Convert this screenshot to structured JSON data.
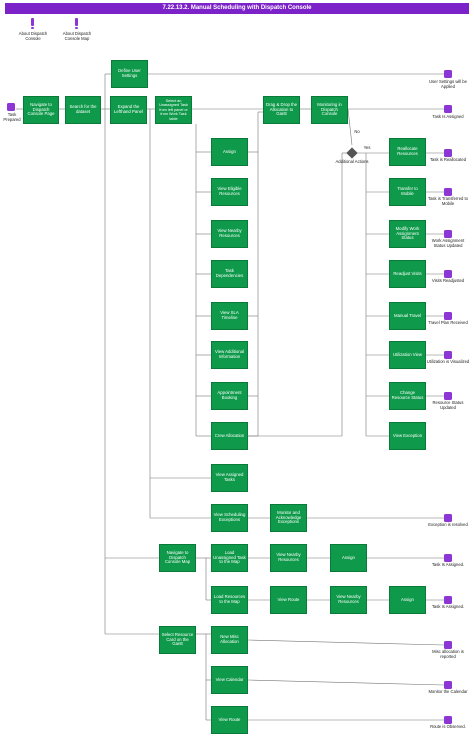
{
  "title": "7.22.13.2. Manual Scheduling with Dispatch Console",
  "legend": [
    {
      "label": "About Dispatch Console"
    },
    {
      "label": "About Dispatch Console Map"
    }
  ],
  "start": {
    "label": "Task Prepared"
  },
  "nodes": {
    "navigate": "Navigate to Dispatch Console Page",
    "search": "Search for the dataset",
    "define_user": "Define User Settings",
    "expand": "Expand the Lefthand Panel",
    "select_task": "Select an Unassigned Task from left panel or from Work Task table",
    "drag_drop": "Drag & Drop the Allocation to Gantt",
    "monitoring": "Monitoring in Dispatch Console",
    "assign": "Assign",
    "view_eligible": "View Eligible Resources",
    "view_nearby": "View Nearby Resources",
    "task_dep": "Task Dependencies",
    "view_sla": "View SLA Timeline",
    "view_additional": "View Additional Information",
    "appointment": "Appointment Booking",
    "crew": "Crew Allocation",
    "view_assigned": "View Assigned Tasks",
    "view_sched_exc": "View Scheduling Exceptions",
    "monitor_ack": "Monitor and Acknowledge Exceptions",
    "reallocate": "Reallocate Resources",
    "transfer_mobile": "Transfer to Mobile",
    "modify_status": "Modify Work Assignment Status",
    "readjust": "Readjust Visits",
    "manual_travel": "Manual Travel",
    "util_view": "Utilization View",
    "change_status": "Change Resource Status",
    "view_exception": "View Exception",
    "nav_map": "Navigate to Dispatch Console Map",
    "load_unassigned": "Load Unassigned Task to the Map",
    "load_resources": "Load Resources to the Map",
    "map_nearby": "View Nearby Resources",
    "map_assign1": "Assign",
    "view_route_map": "View Route",
    "map_nearby2": "View Nearby Resources",
    "map_assign2": "Assign",
    "select_card": "Select Resource Card on the Gantt",
    "new_misc": "New Misc Allocation",
    "view_calendar": "View Calendar",
    "view_route": "View Route"
  },
  "gateway": {
    "label": "Additional Actions",
    "no": "No",
    "yes": "Yes"
  },
  "end_events": {
    "user_settings": "User Settings will be Applied",
    "task_assigned": "Task Is Assigned",
    "realloc": "Task is Reallocated",
    "transferred": "Task is Transferred to Mobile",
    "status_updated": "Work Assignment Status Updated",
    "visits": "Visits Readjusted",
    "travel": "Travel Plan Received",
    "util": "Utilization is Visualized",
    "res_status": "Resource Status Updated",
    "exc_resolved": "Exception is resolved",
    "map_assigned1": "Task Is Assigned.",
    "map_assigned2": "Task Is Assigned.",
    "misc": "Misc allocation is reported",
    "calendar": "Monitor the Calendar",
    "route": "Route is Observed."
  }
}
